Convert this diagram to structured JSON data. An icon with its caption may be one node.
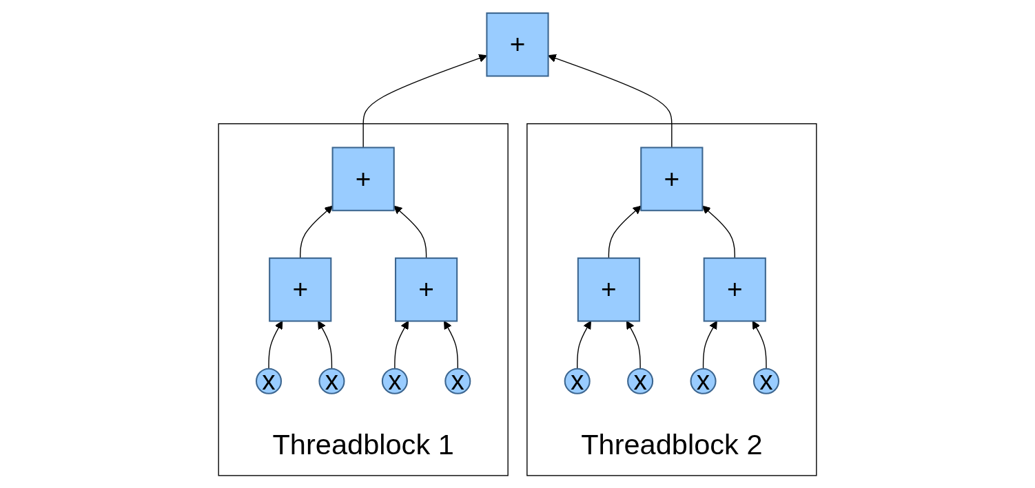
{
  "diagram": {
    "nodes": [
      {
        "text": [
          "+"
        ]
      },
      {
        "text": [
          "Threadblock 1"
        ]
      },
      {
        "text": [
          "+"
        ],
        "in": 1
      },
      {
        "text": [
          "+"
        ],
        "in": 1
      },
      {
        "text": [
          "+"
        ],
        "in": 1
      },
      {
        "text": [
          "x"
        ],
        "in": 1
      },
      {
        "text": [
          "x"
        ],
        "in": 1
      },
      {
        "text": [
          "x"
        ],
        "in": 1
      },
      {
        "text": [
          "x"
        ],
        "in": 1
      },
      {
        "text": [
          "Threadblock 2"
        ]
      },
      {
        "text": [
          "+"
        ],
        "in": 9
      },
      {
        "text": [
          "+"
        ],
        "in": 9
      },
      {
        "text": [
          "+"
        ],
        "in": 9
      },
      {
        "text": [
          "x"
        ],
        "in": 9
      },
      {
        "text": [
          "x"
        ],
        "in": 9
      },
      {
        "text": [
          "x"
        ],
        "in": 9
      },
      {
        "text": [
          "x"
        ],
        "in": 9
      }
    ],
    "edges": [
      {
        "from": 2,
        "to": 0,
        "arrow": "to"
      },
      {
        "from": 10,
        "to": 0,
        "arrow": "to"
      },
      {
        "from": 3,
        "to": 2,
        "arrow": "to"
      },
      {
        "from": 4,
        "to": 2,
        "arrow": "to"
      },
      {
        "from": 5,
        "to": 3,
        "arrow": "to"
      },
      {
        "from": 6,
        "to": 3,
        "arrow": "to"
      },
      {
        "from": 7,
        "to": 4,
        "arrow": "to"
      },
      {
        "from": 8,
        "to": 4,
        "arrow": "to"
      },
      {
        "from": 11,
        "to": 10,
        "arrow": "to"
      },
      {
        "from": 12,
        "to": 10,
        "arrow": "to"
      },
      {
        "from": 13,
        "to": 11,
        "arrow": "to"
      },
      {
        "from": 14,
        "to": 11,
        "arrow": "to"
      },
      {
        "from": 15,
        "to": 12,
        "arrow": "to"
      },
      {
        "from": 16,
        "to": 12,
        "arrow": "to"
      }
    ]
  }
}
